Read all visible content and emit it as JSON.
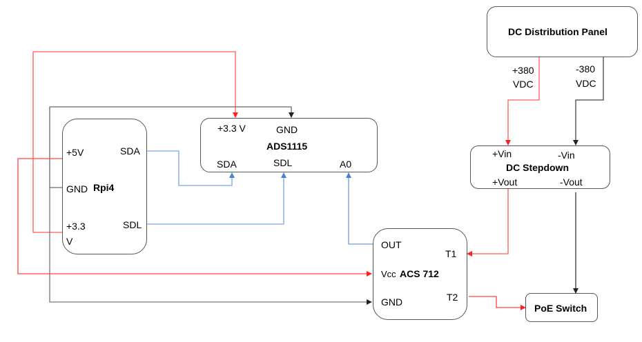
{
  "diagram": {
    "components": {
      "rpi": {
        "name": "Rpi4",
        "pins": {
          "v5": "+5V",
          "gnd": "GND",
          "v33a": "+3.3",
          "v33b": "V",
          "sda": "SDA",
          "sdl": "SDL"
        }
      },
      "ads": {
        "name": "ADS1115",
        "pins": {
          "v33": "+3.3 V",
          "gnd": "GND",
          "sda": "SDA",
          "sdl": "SDL",
          "a0": "A0"
        }
      },
      "dcpanel": {
        "name": "DC Distribution Panel",
        "out_pos_a": "+380",
        "out_pos_b": "VDC",
        "out_neg_a": "-380",
        "out_neg_b": "VDC"
      },
      "stepdown": {
        "name": "DC Stepdown",
        "pins": {
          "vin_p": "+Vin",
          "vin_n": "-Vin",
          "vout_p": "+Vout",
          "vout_n": "-Vout"
        }
      },
      "acs": {
        "name": "ACS 712",
        "pins": {
          "out": "OUT",
          "vcc": "Vcc",
          "gnd": "GND",
          "t1": "T1",
          "t2": "T2"
        }
      },
      "poe": {
        "name": "PoE Switch"
      }
    },
    "wire_colors": {
      "power": "#ff2a2a",
      "ground": "#555555",
      "signal": "#5b8fd6"
    },
    "connections": [
      {
        "from": "Rpi4 +3.3V",
        "to": "ADS1115 +3.3 V",
        "type": "power"
      },
      {
        "from": "Rpi4 GND",
        "to": "ADS1115 GND",
        "type": "ground"
      },
      {
        "from": "Rpi4 GND",
        "to": "ACS 712 GND",
        "type": "ground"
      },
      {
        "from": "Rpi4 +5V",
        "to": "ACS 712 Vcc",
        "type": "power"
      },
      {
        "from": "Rpi4 SDA",
        "to": "ADS1115 SDA",
        "type": "signal"
      },
      {
        "from": "Rpi4 SDL",
        "to": "ADS1115 SDL",
        "type": "signal"
      },
      {
        "from": "ACS 712 OUT",
        "to": "ADS1115 A0",
        "type": "signal"
      },
      {
        "from": "DC Distribution Panel +380 VDC",
        "to": "DC Stepdown +Vin",
        "type": "power"
      },
      {
        "from": "DC Distribution Panel -380 VDC",
        "to": "DC Stepdown -Vin",
        "type": "ground"
      },
      {
        "from": "DC Stepdown +Vout",
        "to": "ACS 712 T1",
        "type": "power"
      },
      {
        "from": "DC Stepdown -Vout",
        "to": "PoE Switch",
        "type": "ground"
      },
      {
        "from": "ACS 712 T2",
        "to": "PoE Switch",
        "type": "power"
      }
    ]
  }
}
